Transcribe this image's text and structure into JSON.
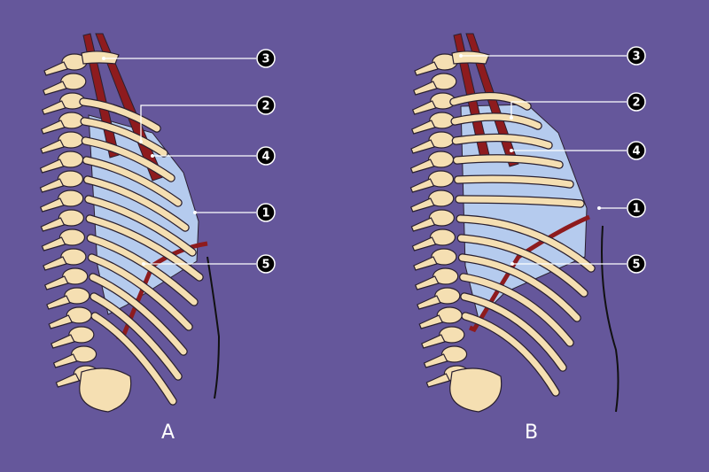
{
  "colors": {
    "background": "#65579b",
    "bone": "#f5dfb2",
    "bone_outline": "#2a2030",
    "lung": "#b5cbee",
    "muscle": "#8e1b1e",
    "label_circle": "#000000",
    "leader": "#ffffff"
  },
  "panels": [
    {
      "letter": "A",
      "state": "expiration",
      "labels": [
        "3",
        "2",
        "4",
        "1",
        "5"
      ]
    },
    {
      "letter": "B",
      "state": "inspiration",
      "labels": [
        "3",
        "2",
        "4",
        "1",
        "5"
      ]
    }
  ]
}
